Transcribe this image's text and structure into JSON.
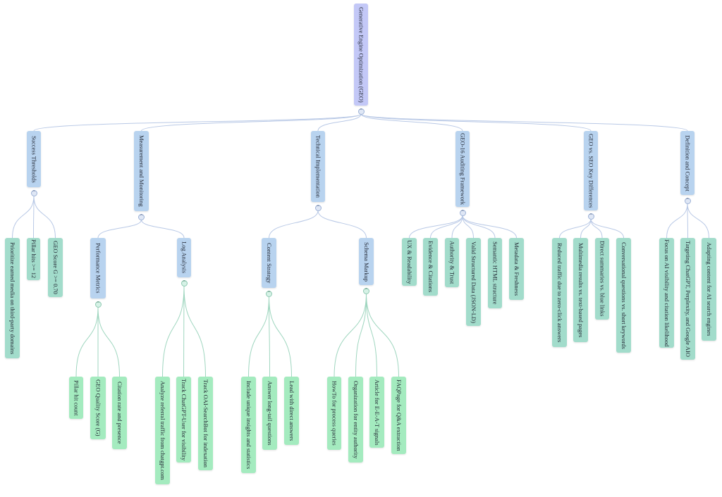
{
  "theme": {
    "root_color": "#c3c8f7",
    "branch_color": "#b8d3ef",
    "leaf_color": "#a2dccb",
    "deep_leaf_color": "#a4ebbf",
    "edge_color": "#b9c9e6",
    "leaf_edge_color": "#9fd6bf"
  },
  "toggle_icon": "^",
  "root": {
    "id": "root",
    "label": "Generative Engine Optimization (GEO)",
    "children": [
      {
        "id": "success",
        "label": "Success Thresholds",
        "children": [
          {
            "id": "s1",
            "label": "Prioritize earned media on third-party domains"
          },
          {
            "id": "s2",
            "label": "Pillar hits >= 12"
          },
          {
            "id": "s3",
            "label": "GEO Score G >= 0.70"
          }
        ]
      },
      {
        "id": "measure",
        "label": "Measurement and Monitoring",
        "children": [
          {
            "id": "perf",
            "label": "Performance Metrics",
            "children": [
              {
                "id": "p1",
                "label": "Pillar hit count"
              },
              {
                "id": "p2",
                "label": "GEO Quality Score (G)"
              },
              {
                "id": "p3",
                "label": "Citation rate and presence"
              }
            ]
          },
          {
            "id": "log",
            "label": "Log Analysis",
            "children": [
              {
                "id": "l1",
                "label": "Analyze referral traffic from chatgpt.com"
              },
              {
                "id": "l2",
                "label": "Track ChatGPT-User for visibility"
              },
              {
                "id": "l3",
                "label": "Track OAI-SearchBot for indexation"
              }
            ]
          }
        ]
      },
      {
        "id": "tech",
        "label": "Technical Implementation",
        "children": [
          {
            "id": "content",
            "label": "Content Strategy",
            "children": [
              {
                "id": "c1",
                "label": "Include unique insights and statistics"
              },
              {
                "id": "c2",
                "label": "Answer long-tail questions"
              },
              {
                "id": "c3",
                "label": "Lead with direct answers"
              }
            ]
          },
          {
            "id": "schema",
            "label": "Schema Markup",
            "children": [
              {
                "id": "m1",
                "label": "HowTo for process queries"
              },
              {
                "id": "m2",
                "label": "Organization for entity authority"
              },
              {
                "id": "m3",
                "label": "Article for E-E-A-T signals"
              },
              {
                "id": "m4",
                "label": "FAQPage for Q&A extraction"
              }
            ]
          }
        ]
      },
      {
        "id": "geo16",
        "label": "GEO-16 Auditing Framework",
        "children": [
          {
            "id": "g1",
            "label": "UX & Readability"
          },
          {
            "id": "g2",
            "label": "Evidence & Citations"
          },
          {
            "id": "g3",
            "label": "Authority & Trust"
          },
          {
            "id": "g4",
            "label": "Valid Structured Data (JSON-LD)"
          },
          {
            "id": "g5",
            "label": "Semantic HTML structure"
          },
          {
            "id": "g6",
            "label": "Metadata & Freshness"
          }
        ]
      },
      {
        "id": "vs",
        "label": "GEO vs. SEO Key Differences",
        "children": [
          {
            "id": "v1",
            "label": "Reduced traffic due to zero-click answers"
          },
          {
            "id": "v2",
            "label": "Multimedia results vs. text-based pages"
          },
          {
            "id": "v3",
            "label": "Direct summaries vs. blue links"
          },
          {
            "id": "v4",
            "label": "Conversational questions vs. short keywords"
          }
        ]
      },
      {
        "id": "def",
        "label": "Definition and Concept",
        "children": [
          {
            "id": "d1",
            "label": "Focus on AI visibility and citation likelihood"
          },
          {
            "id": "d2",
            "label": "Targeting ChatGPT, Perplexity, and Google AIO"
          },
          {
            "id": "d3",
            "label": "Adapting content for AI search engines"
          }
        ]
      }
    ]
  }
}
